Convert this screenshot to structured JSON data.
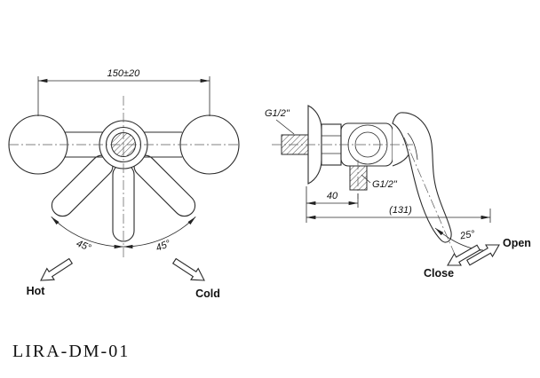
{
  "drawing": {
    "model": "LIRA-DM-01"
  },
  "front_view": {
    "center_distance": "150±20",
    "left_angle": "45°",
    "right_angle": "45°",
    "hot": "Hot",
    "cold": "Cold"
  },
  "side_view": {
    "inlet_thread": "G1/2\"",
    "outlet_thread": "G1/2\"",
    "wall_to_outlet": "40",
    "overall_depth": "(131)",
    "lever_angle": "25°",
    "open": "Open",
    "close": "Close"
  }
}
